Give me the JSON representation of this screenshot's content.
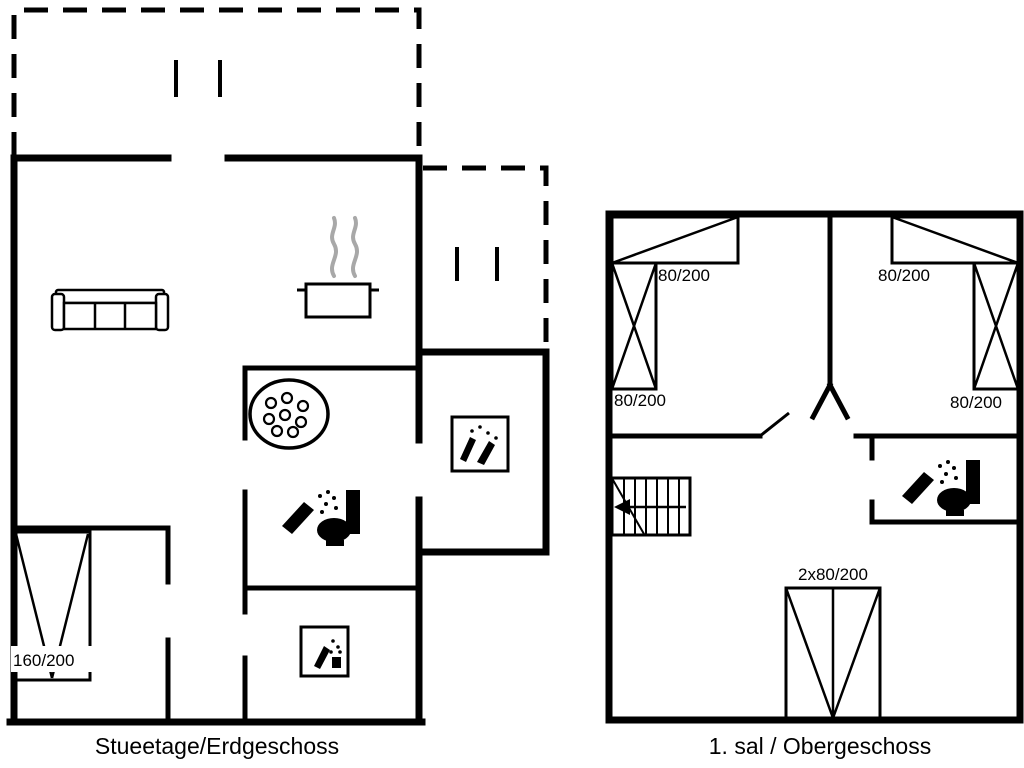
{
  "ground_floor": {
    "caption": "Stueetage/Erdgeschoss",
    "bed_label": "160/200",
    "icons": [
      "sofa-icon",
      "cooking-pot-icon",
      "dining-table-icon",
      "bathroom-icon",
      "washing-machine-icon",
      "bottles-icon",
      "terrace-posts"
    ]
  },
  "upper_floor": {
    "caption": "1. sal / Obergeschoss",
    "bed_top_left_label": "80/200",
    "bed_left_label": "80/200",
    "bed_top_right_label": "80/200",
    "bed_right_label": "80/200",
    "double_bed_label": "2x80/200",
    "icons": [
      "stairs-icon",
      "bathroom-icon"
    ]
  },
  "colors": {
    "wall": "#000000",
    "background": "#ffffff",
    "steam": "#a8a8a8"
  }
}
